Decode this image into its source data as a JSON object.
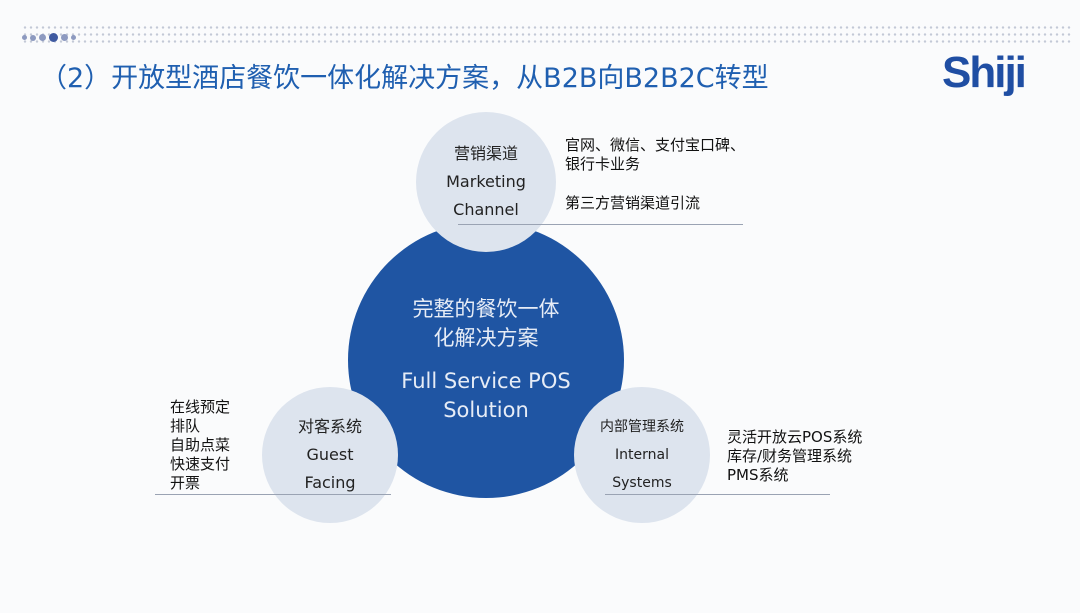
{
  "title": "（2）开放型酒店餐饮一体化解决方案，从B2B向B2B2C转型",
  "logo": "Shiji",
  "center": {
    "cn_line1": "完整的餐饮一体",
    "cn_line2": "化解决方案",
    "en_line1": "Full Service POS",
    "en_line2": "Solution"
  },
  "marketing": {
    "cn": "营销渠道",
    "en1": "Marketing",
    "en2": "Channel",
    "notes": [
      "官网、微信、支付宝口碑、",
      "银行卡业务",
      "第三方营销渠道引流"
    ]
  },
  "guest": {
    "cn": "对客系统",
    "en1": "Guest",
    "en2": "Facing",
    "notes": [
      "在线预定",
      "排队",
      "自助点菜",
      "快速支付",
      "开票"
    ]
  },
  "internal": {
    "cn": "内部管理系统",
    "en1": "Internal",
    "en2": "Systems",
    "notes": [
      "灵活开放云POS系统",
      "库存/财务管理系统",
      "PMS系统"
    ]
  }
}
